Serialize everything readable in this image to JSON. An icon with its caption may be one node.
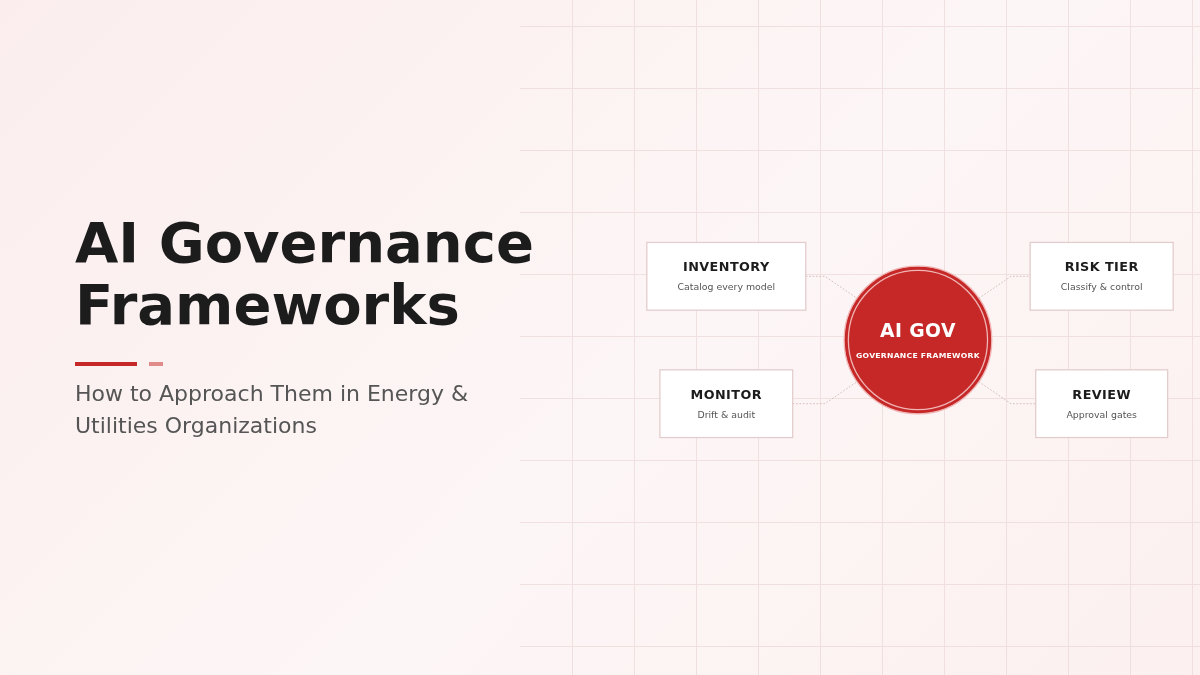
{
  "diagram": {
    "title": "AI Governance Frameworks",
    "nodes": [
      {
        "text": [
          "INVENTORY",
          "Catalog every model"
        ]
      },
      {
        "text": [
          "MONITOR",
          "Drift & audit"
        ]
      },
      {
        "text": [
          "AI GOV",
          "GOVERNANCE FRAMEWORK"
        ]
      },
      {
        "text": [
          "RISK TIER",
          "Classify & control"
        ]
      },
      {
        "text": [
          "REVIEW",
          "Approval gates"
        ]
      }
    ],
    "edges": [
      {
        "from": 0,
        "to": 2,
        "arrow": "none",
        "style": "dashed"
      },
      {
        "from": 1,
        "to": 2,
        "arrow": "none",
        "style": "dashed"
      },
      {
        "from": 2,
        "to": 3,
        "arrow": "none",
        "style": "dashed"
      },
      {
        "from": 2,
        "to": 4,
        "arrow": "none",
        "style": "dashed"
      }
    ],
    "labels": [
      "How to Approach Them in Energy & Utilities Organizations"
    ]
  }
}
